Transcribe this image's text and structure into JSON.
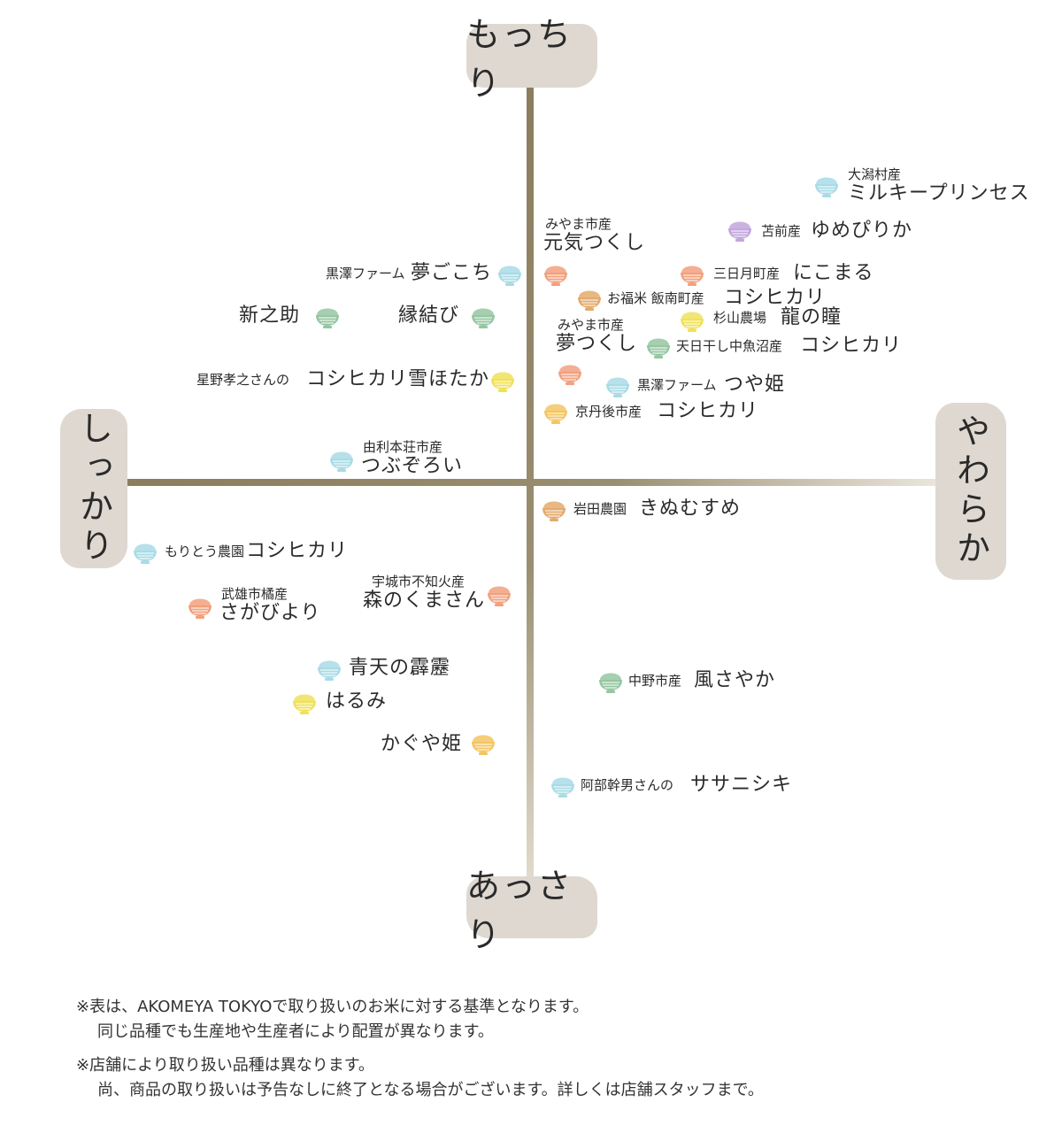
{
  "axes": {
    "top": "もっちり",
    "bottom": "あっさり",
    "left": "しっかり",
    "right": "やわらか"
  },
  "colors": {
    "blue": "#a9dbe6",
    "green": "#95c7a1",
    "orange": "#f2a07e",
    "tan": "#e4aa6c",
    "yellow": "#f0e15a",
    "gold": "#f3c562",
    "purple": "#c2a6dc"
  },
  "items": {
    "milky": {
      "region": "大潟村産",
      "name": "ミルキープリンセス",
      "color": "blue"
    },
    "yumepirika": {
      "region": "苫前産",
      "name": "ゆめぴりか",
      "color": "purple"
    },
    "genki": {
      "region": "みやま市産",
      "name": "元気つくし",
      "color": "orange"
    },
    "yumegokochi": {
      "region": "黒澤ファーム",
      "name": "夢ごこち",
      "color": "blue"
    },
    "nikomaru": {
      "region": "三日月町産",
      "name": "にこまる",
      "color": "orange"
    },
    "ofukumai": {
      "region": "お福米 飯南町産",
      "name": "コシヒカリ",
      "color": "tan"
    },
    "shinnosuke": {
      "region": "",
      "name": "新之助",
      "color": "green"
    },
    "enmusubi": {
      "region": "",
      "name": "縁結び",
      "color": "green"
    },
    "ryunohitomi": {
      "region": "杉山農場",
      "name": "龍の瞳",
      "color": "yellow"
    },
    "yumetsukushi": {
      "region": "みやま市産",
      "name": "夢つくし",
      "color": "orange"
    },
    "tenpi": {
      "region": "天日干し中魚沼産",
      "name": "コシヒカリ",
      "color": "green"
    },
    "yukihotaka": {
      "region": "星野孝之さんの",
      "name": "コシヒカリ雪ほたか",
      "color": "yellow"
    },
    "tsuyahime": {
      "region": "黒澤ファーム",
      "name": "つや姫",
      "color": "blue"
    },
    "kyotango": {
      "region": "京丹後市産",
      "name": "コシヒカリ",
      "color": "gold"
    },
    "tsubuzoroi": {
      "region": "由利本荘市産",
      "name": "つぶぞろい",
      "color": "blue"
    },
    "kinumusume": {
      "region": "岩田農園",
      "name": "きぬむすめ",
      "color": "tan"
    },
    "moritou": {
      "region": "もりとう農園",
      "name": "コシヒカリ",
      "color": "blue"
    },
    "morinokuma": {
      "region": "宇城市不知火産",
      "name": "森のくまさん",
      "color": "orange"
    },
    "sagabiyori": {
      "region": "武雄市橘産",
      "name": "さがびより",
      "color": "orange"
    },
    "seiten": {
      "region": "",
      "name": "青天の霹靂",
      "color": "blue"
    },
    "kazesayaka": {
      "region": "中野市産",
      "name": "風さやか",
      "color": "green"
    },
    "harumi": {
      "region": "",
      "name": "はるみ",
      "color": "yellow"
    },
    "kaguyahime": {
      "region": "",
      "name": "かぐや姫",
      "color": "gold"
    },
    "sasanishiki": {
      "region": "阿部幹男さんの",
      "name": "ササニシキ",
      "color": "blue"
    }
  },
  "notes": [
    "※表は、AKOMEYA TOKYOで取り扱いのお米に対する基準となります。",
    "同じ品種でも生産地や生産者により配置が異なります。",
    "※店舗により取り扱い品種は異なります。",
    "尚、商品の取り扱いは予告なしに終了となる場合がございます。詳しくは店舗スタッフまで。"
  ]
}
